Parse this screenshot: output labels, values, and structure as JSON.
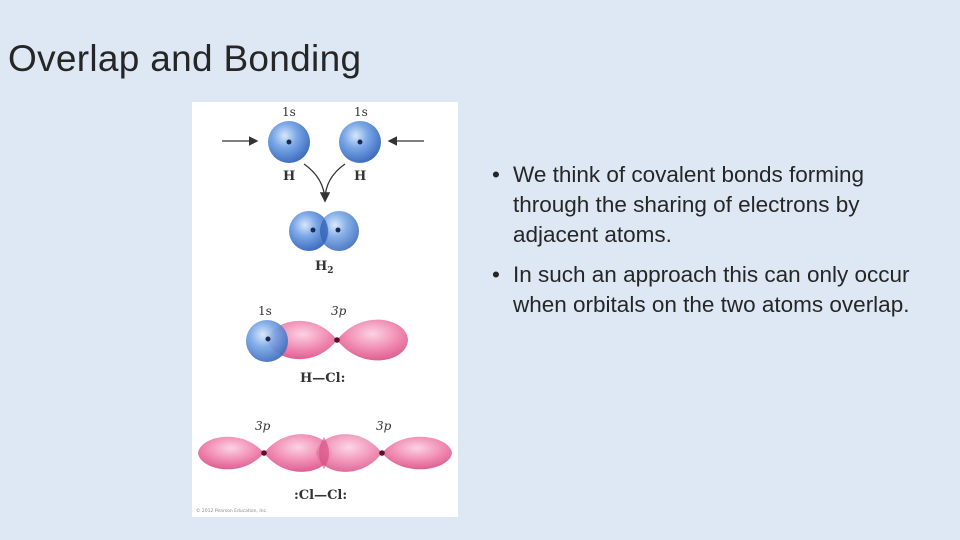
{
  "slide": {
    "title": "Overlap and Bonding"
  },
  "figure": {
    "row1": {
      "orbital_left": "1s",
      "orbital_right": "1s",
      "atom_left": "H",
      "atom_right": "H",
      "molecule": "H",
      "molecule_subscript": "2"
    },
    "row2": {
      "orbital_left": "1s",
      "orbital_right": "3p",
      "bond": "H—Cl:"
    },
    "row3": {
      "orbital_left": "3p",
      "orbital_right": "3p",
      "bond": ":Cl—Cl:"
    },
    "copyright": "© 2012 Pearson Education, Inc.",
    "colors": {
      "s_orbital": "#5b8fd8",
      "p_orbital": "#ee7aa6",
      "nucleus": "#1a2a55"
    }
  },
  "bullets": [
    {
      "marker": "•",
      "text": "We think of covalent bonds forming through the sharing of electrons by adjacent atoms."
    },
    {
      "marker": "•",
      "text": "In such an approach this can only occur when orbitals on the two atoms overlap."
    }
  ]
}
